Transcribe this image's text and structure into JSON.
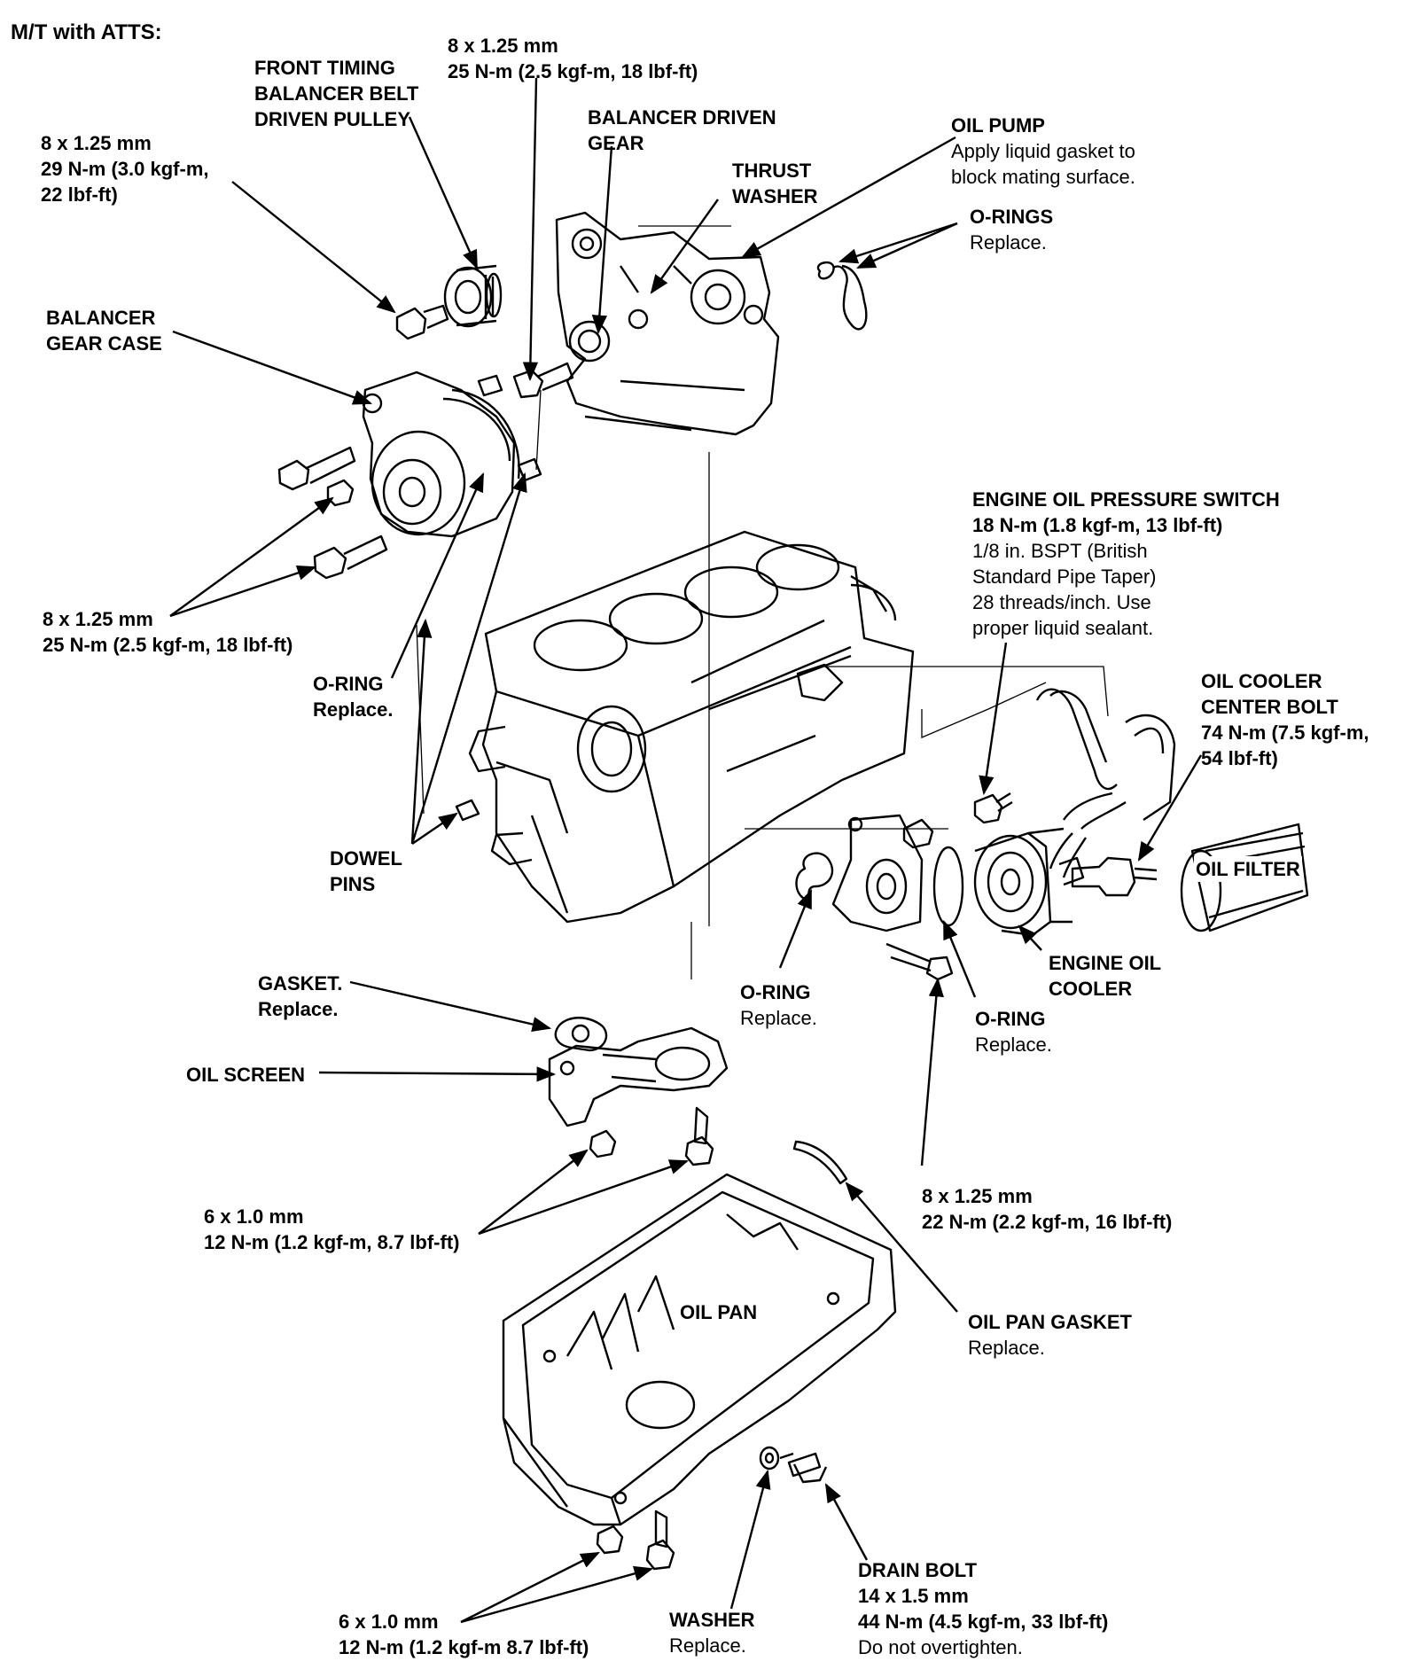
{
  "title": "M/T with ATTS:",
  "labels": {
    "front_timing_pulley": [
      "FRONT TIMING",
      "BALANCER BELT",
      "DRIVEN PULLEY"
    ],
    "bolt_top_center": [
      "8 x 1.25 mm",
      "25 N-m (2.5 kgf-m, 18 lbf-ft)"
    ],
    "bolt_top_left": [
      "8 x 1.25 mm",
      "29 N-m (3.0 kgf-m,",
      "22 lbf-ft)"
    ],
    "balancer_driven_gear": [
      "BALANCER DRIVEN",
      "GEAR"
    ],
    "thrust_washer": [
      "THRUST",
      "WASHER"
    ],
    "oil_pump": [
      "OIL PUMP",
      "Apply liquid gasket to",
      "block mating surface."
    ],
    "o_rings": [
      "O-RINGS",
      "Replace."
    ],
    "balancer_gear_case": [
      "BALANCER",
      "GEAR CASE"
    ],
    "bolt_left_mid": [
      "8 x 1.25 mm",
      "25 N-m (2.5 kgf-m, 18 lbf-ft)"
    ],
    "o_ring_left": [
      "O-RING",
      "Replace."
    ],
    "dowel_pins": [
      "DOWEL",
      "PINS"
    ],
    "oil_pressure_switch": [
      "ENGINE OIL PRESSURE SWITCH",
      "18 N-m (1.8 kgf-m, 13 lbf-ft)",
      "1/8 in. BSPT (British",
      "Standard Pipe Taper)",
      "28 threads/inch. Use",
      "proper liquid sealant."
    ],
    "oil_cooler_center_bolt": [
      "OIL COOLER",
      "CENTER BOLT",
      "74 N-m (7.5 kgf-m,",
      "54 lbf-ft)"
    ],
    "oil_filter": "OIL FILTER",
    "engine_oil_cooler": [
      "ENGINE OIL",
      "COOLER"
    ],
    "o_ring_cooler_left": [
      "O-RING",
      "Replace."
    ],
    "o_ring_cooler_right": [
      "O-RING",
      "Replace."
    ],
    "gasket": [
      "GASKET.",
      "Replace."
    ],
    "oil_screen": "OIL SCREEN",
    "bolt_screen": [
      "6 x 1.0 mm",
      "12 N-m (1.2 kgf-m, 8.7 lbf-ft)"
    ],
    "bolt_cooler": [
      "8 x 1.25 mm",
      "22 N-m (2.2 kgf-m, 16 lbf-ft)"
    ],
    "oil_pan": "OIL PAN",
    "oil_pan_gasket": [
      "OIL PAN GASKET",
      "Replace."
    ],
    "bolt_pan": [
      "6 x 1.0 mm",
      "12 N-m (1.2 kgf-m 8.7 lbf-ft)"
    ],
    "washer": [
      "WASHER",
      "Replace."
    ],
    "drain_bolt": [
      "DRAIN BOLT",
      "14 x 1.5 mm",
      "44 N-m (4.5 kgf-m, 33 lbf-ft)",
      "Do not overtighten."
    ]
  }
}
